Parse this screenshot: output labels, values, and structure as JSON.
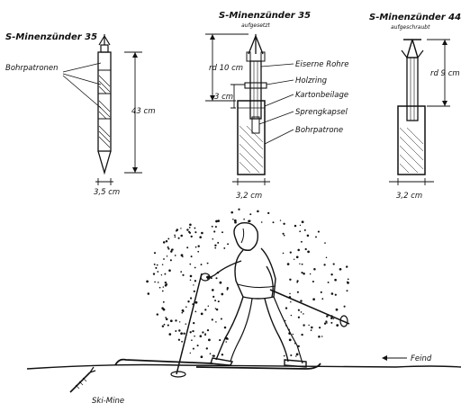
{
  "figure1": {
    "title": "S-Minenzünder 35",
    "label_cartridges": "Bohrpatronen",
    "height": "43 cm",
    "width": "3,5 cm"
  },
  "figure2": {
    "title": "S-Minenzünder 35",
    "subtitle": "aufgesetzt",
    "dim_top": "rd 10 cm",
    "dim_mid": "3 cm",
    "width": "3,2 cm",
    "labels": [
      "Eiserne Rohre",
      "Holzring",
      "Kartonbeilage",
      "Sprengkapsel",
      "Bohrpatrone"
    ]
  },
  "figure3": {
    "title": "S-Minenzünder 44",
    "subtitle": "aufgeschraubt",
    "dim_top": "rd 9 cm",
    "width": "3,2 cm"
  },
  "scene": {
    "enemy_label": "Feind",
    "mine_label": "Ski-Mine"
  }
}
